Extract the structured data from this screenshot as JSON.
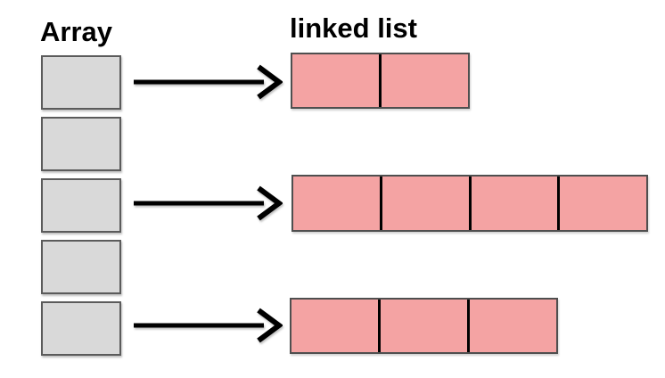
{
  "diagram": {
    "title_array": "Array",
    "title_linked_list": "linked list",
    "array": {
      "cell_count": 5
    },
    "linked_lists": [
      {
        "row": 1,
        "from_array_slot": 1,
        "cell_count": 2
      },
      {
        "row": 2,
        "from_array_slot": 3,
        "cell_count": 4
      },
      {
        "row": 3,
        "from_array_slot": 5,
        "cell_count": 3
      }
    ],
    "arrows": {
      "count": 3,
      "direction": "right"
    },
    "colors": {
      "background": "#ffffff",
      "text": "#000000",
      "array_cell_fill": "#d9d9d9",
      "array_cell_border": "#5b5b5b",
      "list_cell_fill": "#f4a3a3",
      "list_cell_border": "#4f4f4f",
      "cell_divider": "#000000",
      "arrow": "#000000"
    }
  }
}
